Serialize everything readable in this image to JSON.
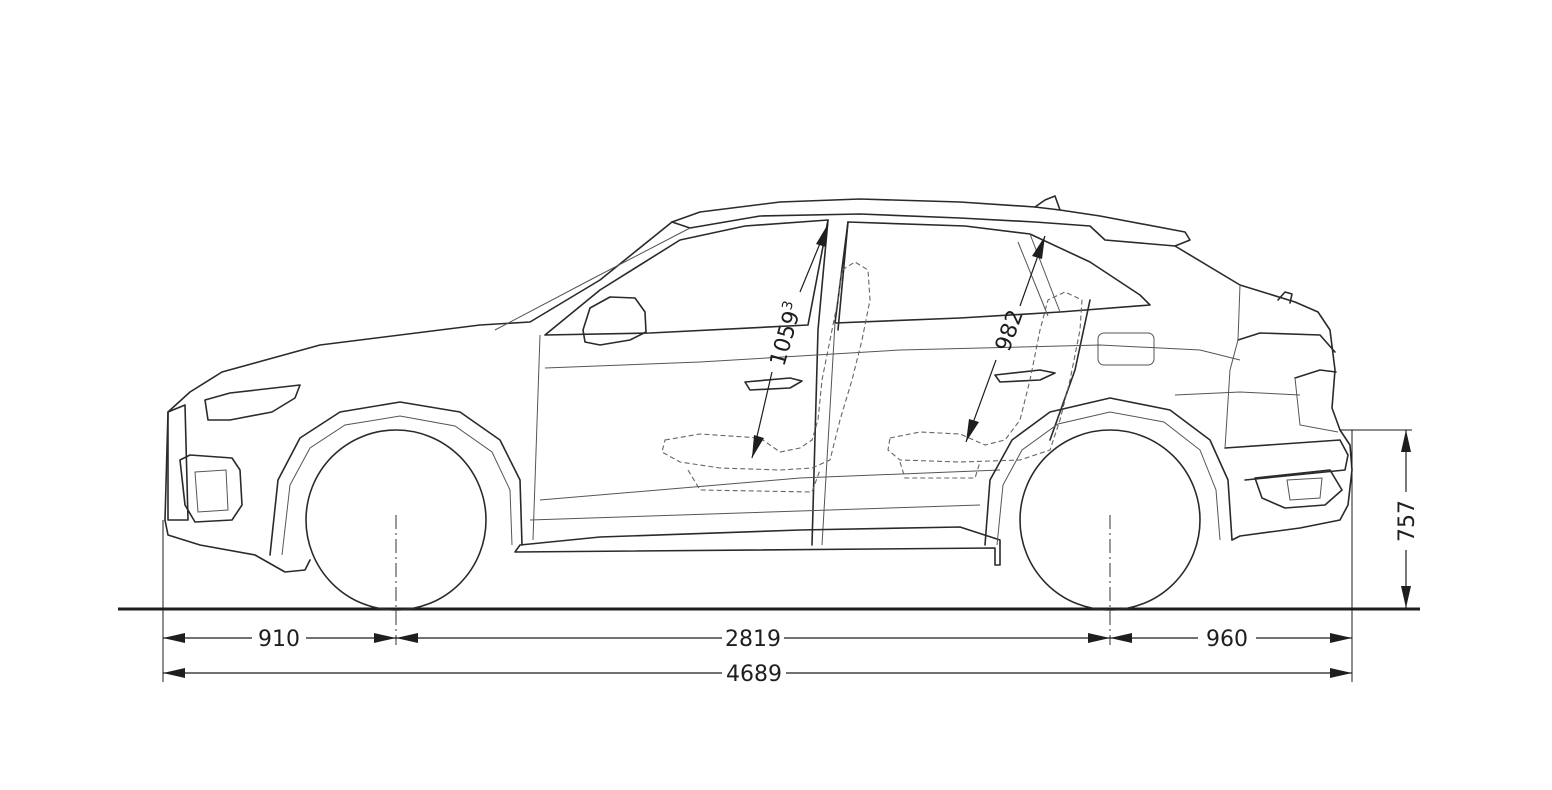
{
  "dimensions": {
    "front_overhang": "910",
    "wheelbase": "2819",
    "rear_overhang": "960",
    "overall_length": "4689",
    "rear_clearance_height": "757",
    "front_headroom": "1059",
    "front_headroom_note": "3",
    "rear_headroom": "982"
  },
  "colors": {
    "line": "#1e1e1e",
    "background": "#ffffff"
  }
}
